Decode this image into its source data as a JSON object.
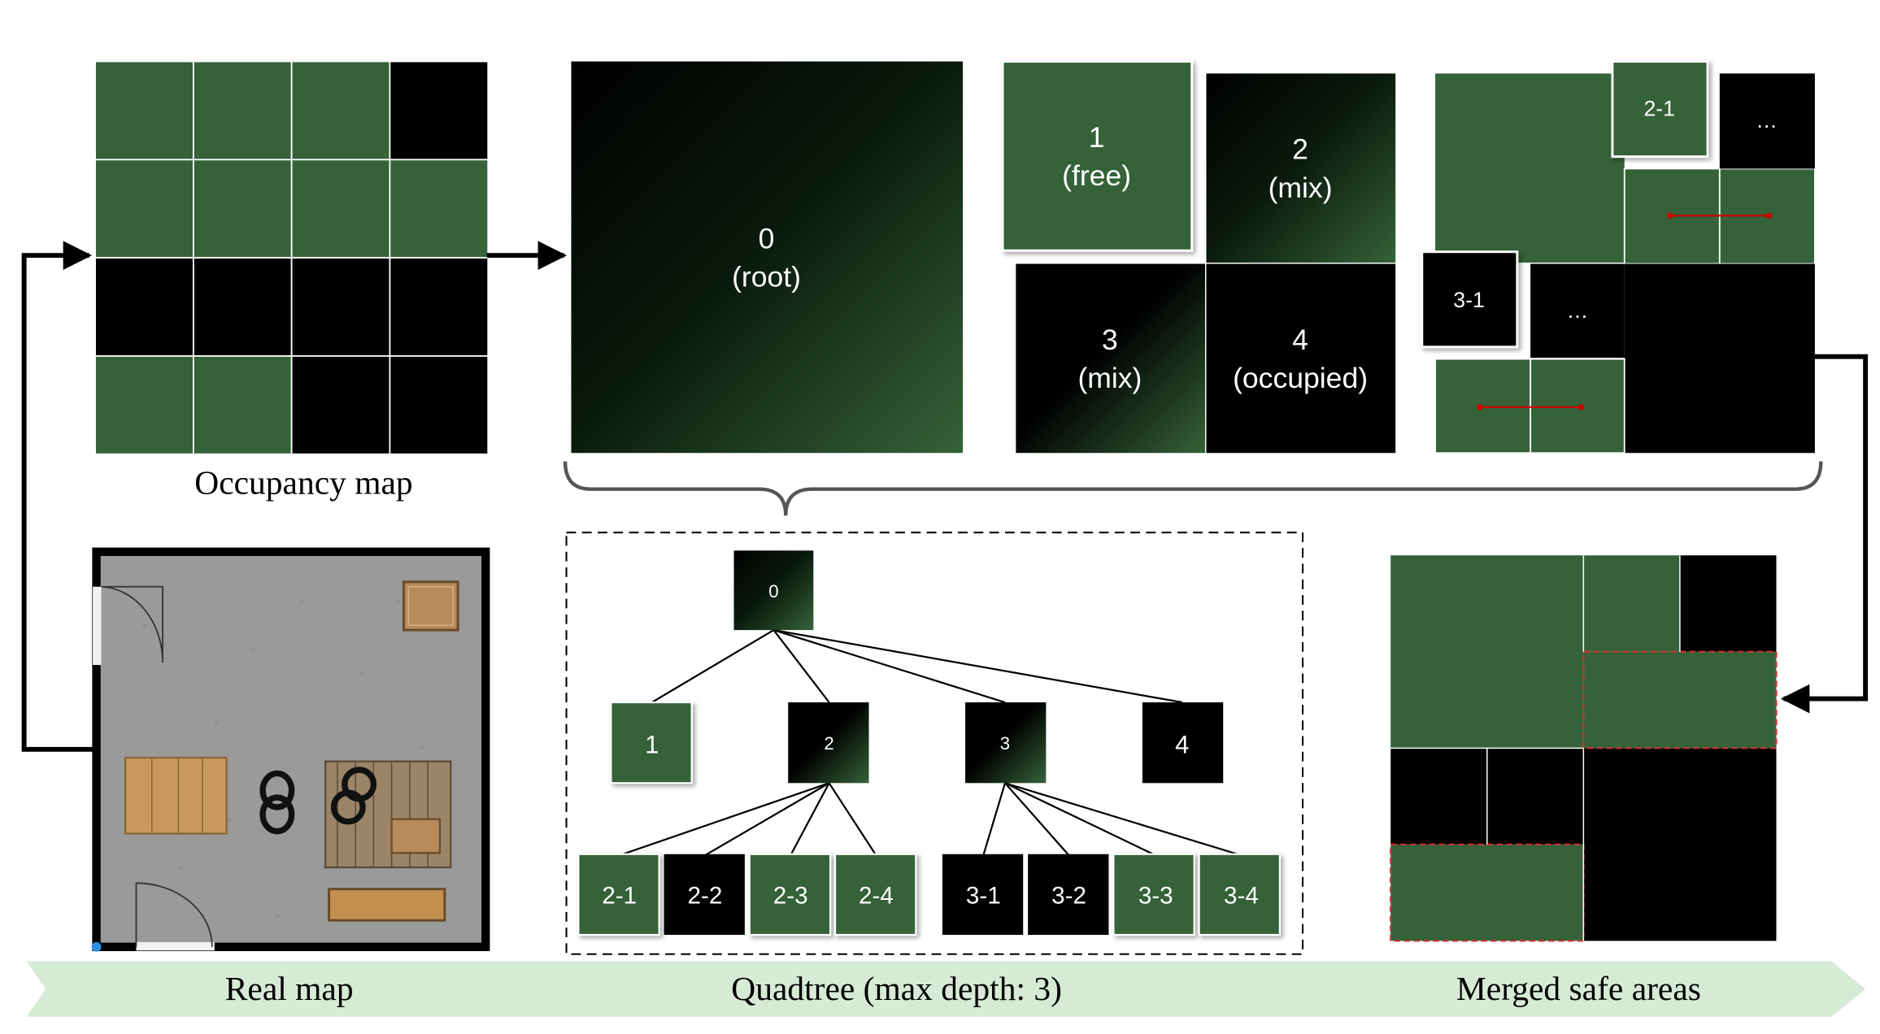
{
  "colors": {
    "free": "#356239",
    "occupied": "#000000",
    "banner": "#d7ead6",
    "merge_line": "#cc0000"
  },
  "occupancy_map": {
    "caption": "Occupancy map",
    "grid": [
      [
        "free",
        "free",
        "free",
        "occupied"
      ],
      [
        "free",
        "free",
        "free",
        "free"
      ],
      [
        "occupied",
        "occupied",
        "occupied",
        "occupied"
      ],
      [
        "free",
        "free",
        "occupied",
        "occupied"
      ]
    ]
  },
  "quadtree_nodes": {
    "root": {
      "id": "0",
      "state": "(root)"
    },
    "q1": {
      "id": "1",
      "state": "(free)"
    },
    "q2": {
      "id": "2",
      "state": "(mix)"
    },
    "q3": {
      "id": "3",
      "state": "(mix)"
    },
    "q4": {
      "id": "4",
      "state": "(occupied)"
    }
  },
  "exploded_view": {
    "labels": {
      "n21": "2-1",
      "n31": "3-1",
      "dots_a": "…",
      "dots_b": "…"
    }
  },
  "tree": {
    "root": "0",
    "level1": [
      "1",
      "2",
      "3",
      "4"
    ],
    "level2_of_2": [
      "2-1",
      "2-2",
      "2-3",
      "2-4"
    ],
    "level2_of_3": [
      "3-1",
      "3-2",
      "3-3",
      "3-4"
    ]
  },
  "real_map": {
    "icon": "floor-plan-illustration"
  },
  "stages": {
    "real": "Real map",
    "quadtree": "Quadtree (max depth: 3)",
    "merged": "Merged safe areas"
  }
}
